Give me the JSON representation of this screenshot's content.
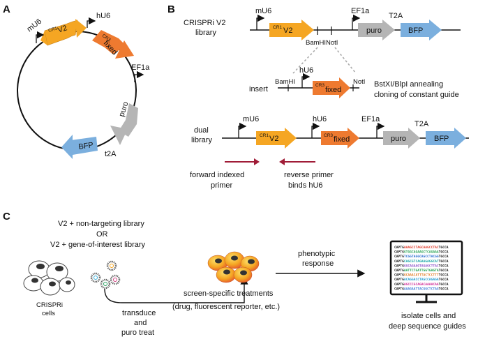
{
  "panels": {
    "a": "A",
    "b": "B",
    "c": "C"
  },
  "features": {
    "cr1": "CR1",
    "v2": "V2",
    "cr3": "CR3",
    "fixed": "fixed",
    "puro": "puro",
    "bfp": "BFP",
    "mu6": "mU6",
    "hu6": "hU6",
    "ef1a": "EF1a",
    "t2a_a": "t2A",
    "t2a_b": "T2A"
  },
  "panel_b": {
    "library_title_1": "CRISPRi V2",
    "library_title_2": "library",
    "bamhi": "BamHI",
    "noti": "NotI",
    "insert": "insert",
    "annealing_1": "BstXI/BlpI annealing",
    "annealing_2": "cloning of constant guide",
    "dual_1": "dual",
    "dual_2": "library",
    "fwd_primer_1": "forward indexed",
    "fwd_primer_2": "primer",
    "rev_primer_1": "reverse primer",
    "rev_primer_2": "binds hU6"
  },
  "panel_c": {
    "lib_line_1": "V2 + non-targeting library",
    "lib_line_2": "OR",
    "lib_line_3": "V2 + gene-of-interest library",
    "cells_1": "CRISPRi",
    "cells_2": "cells",
    "transduce_1": "transduce",
    "transduce_2": "and",
    "transduce_3": "puro treat",
    "treat_1": "screen-specific treatments",
    "treat_2": "(drug, fluorescent reporter, etc.)",
    "pheno_1": "phenotypic",
    "pheno_2": "response",
    "isolate_1": "isolate cells and",
    "isolate_2": "deep sequence guides",
    "seq_prefix": "CAPTG",
    "seq_suffix": "TGCCA",
    "seq_rows": [
      {
        "seq": "AAAGCCTAGCAAGCCTAC",
        "color": "#e03c2c"
      },
      {
        "seq": "GTGGCAGAAGCTCAGAAA",
        "color": "#22a050"
      },
      {
        "seq": "TCGGTAGGCAGCCTACGG",
        "color": "#2a6fd0"
      },
      {
        "seq": "CAGCGTCAGAAGAGGCAT",
        "color": "#1aa5a8"
      },
      {
        "seq": "GGCAGAAGTAGAGCTTAC",
        "color": "#8a4fc8"
      },
      {
        "seq": "AATTCTGATTGGTGAGTA",
        "color": "#22a050"
      },
      {
        "seq": "GCAAACATTTACTCCTTT",
        "color": "#e07820"
      },
      {
        "seq": "ACAGGACCTAGCCAGAGA",
        "color": "#1f9ad0"
      },
      {
        "seq": "AGCCCGCAGACAAAACAA",
        "color": "#d0309a"
      },
      {
        "seq": "AAAGAATTACGGCTCTAG",
        "color": "#3a7ad8"
      }
    ]
  },
  "colors": {
    "v2": "#f5a623",
    "fixed": "#ee7a30",
    "puro": "#b5b5b5",
    "bfp": "#7bafde",
    "primer": "#a01c37"
  }
}
